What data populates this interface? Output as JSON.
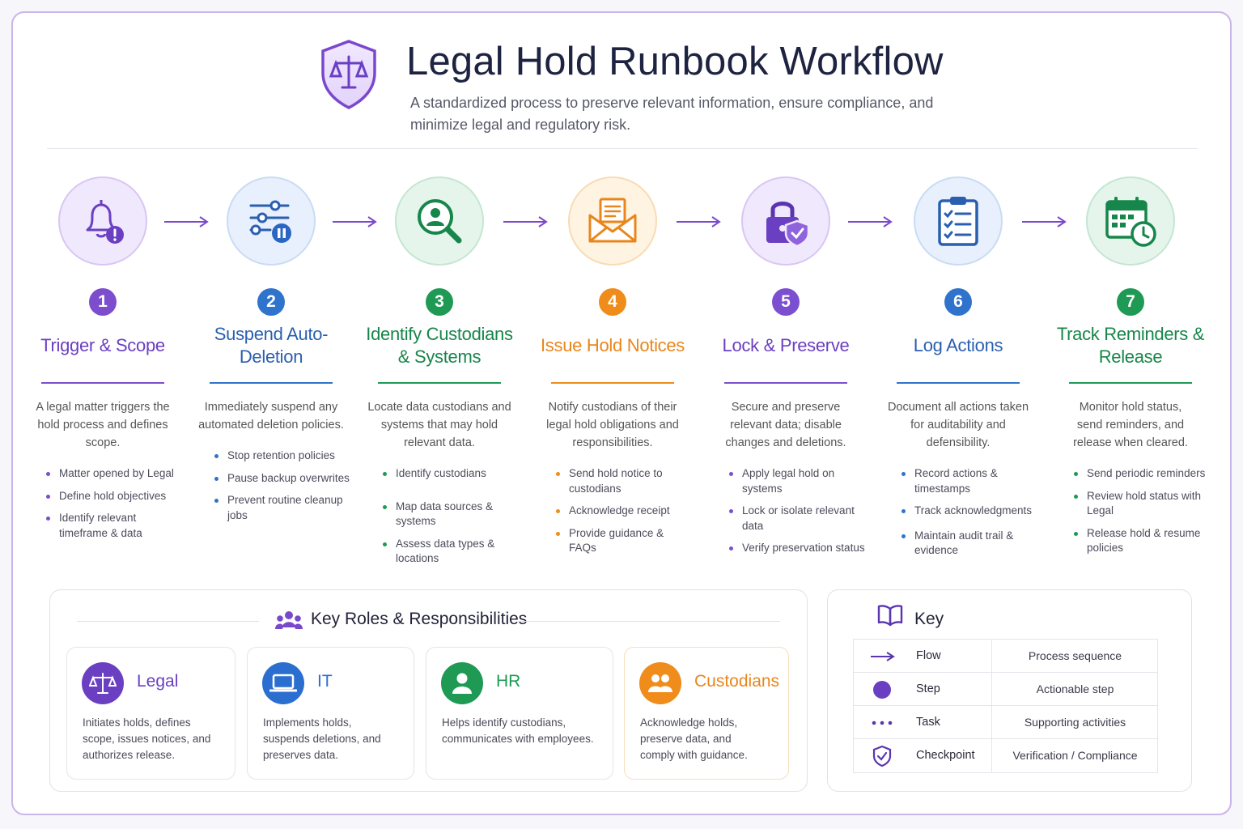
{
  "header": {
    "title": "Legal Hold Runbook Workflow",
    "subtitle": "A standardized process to preserve relevant information, ensure compliance, and minimize legal and regulatory risk.",
    "icon": "scales-shield-icon"
  },
  "steps": [
    {
      "number": "1",
      "title": "Trigger & Scope",
      "icon": "bell-alert-icon",
      "color": "#7c4dcc",
      "description": "A legal matter triggers the hold process and defines scope.",
      "items": [
        "Matter opened by Legal",
        "Define hold objectives",
        "Identify relevant timeframe & data"
      ]
    },
    {
      "number": "2",
      "title": "Suspend Auto-Deletion",
      "icon": "sliders-pause-icon",
      "color": "#2f73cc",
      "description": "Immediately suspend any automated deletion policies.",
      "items": [
        "Stop retention policies",
        "Pause backup overwrites",
        "Prevent routine cleanup jobs"
      ]
    },
    {
      "number": "3",
      "title": "Identify Custodians & Systems",
      "icon": "person-search-icon",
      "color": "#1f9a55",
      "description": "Locate data custodians and systems that may hold relevant data.",
      "items": [
        "Identify custodians",
        "Map data sources & systems",
        "Assess data types & locations"
      ]
    },
    {
      "number": "4",
      "title": "Issue Hold Notices",
      "icon": "envelope-icon",
      "color": "#ef8c1c",
      "description": "Notify custodians of their legal hold obligations and responsibilities.",
      "items": [
        "Send hold notice to custodians",
        "Acknowledge receipt",
        "Provide guidance & FAQs"
      ]
    },
    {
      "number": "5",
      "title": "Lock & Preserve",
      "icon": "lock-shield-icon",
      "color": "#7b4fd0",
      "description": "Secure and preserve relevant data; disable changes and deletions.",
      "items": [
        "Apply legal hold on systems",
        "Lock or isolate relevant data",
        "Verify preservation status"
      ]
    },
    {
      "number": "6",
      "title": "Log Actions",
      "icon": "clipboard-checklist-icon",
      "color": "#2f73cc",
      "description": "Document all actions taken for auditability and defensibility.",
      "items": [
        "Record actions & timestamps",
        "Track acknowledgments",
        "Maintain audit trail & evidence"
      ]
    },
    {
      "number": "7",
      "title": "Track Reminders & Release",
      "icon": "calendar-clock-icon",
      "color": "#1f9a55",
      "description": "Monitor hold status, send reminders, and release when cleared.",
      "items": [
        "Send periodic reminders",
        "Review hold status with Legal",
        "Release hold & resume policies"
      ]
    }
  ],
  "roles": {
    "title": "Key Roles & Responsibilities",
    "icon": "people-group-icon",
    "items": [
      {
        "name": "Legal",
        "icon": "scales-icon",
        "color": "#6a3fc2",
        "description": "Initiates holds, defines scope, issues notices, and authorizes release."
      },
      {
        "name": "IT",
        "icon": "laptop-icon",
        "color": "#2a6fd0",
        "description": "Implements holds, suspends deletions, and preserves data."
      },
      {
        "name": "HR",
        "icon": "person-icon",
        "color": "#1f9a55",
        "description": "Helps identify custodians, communicates with employees."
      },
      {
        "name": "Custodians",
        "icon": "people-icon",
        "color": "#ef8c1c",
        "description": "Acknowledge holds, preserve data, and comply with guidance."
      }
    ]
  },
  "key": {
    "title": "Key",
    "icon": "open-book-icon",
    "rows": [
      {
        "name": "Flow",
        "description": "Process sequence",
        "icon": "arrow-right-icon"
      },
      {
        "name": "Step",
        "description": "Actionable step",
        "icon": "filled-circle-icon"
      },
      {
        "name": "Task",
        "description": "Supporting activities",
        "icon": "three-dots-icon"
      },
      {
        "name": "Checkpoint",
        "description": "Verification / Compliance",
        "icon": "shield-check-icon"
      }
    ]
  }
}
